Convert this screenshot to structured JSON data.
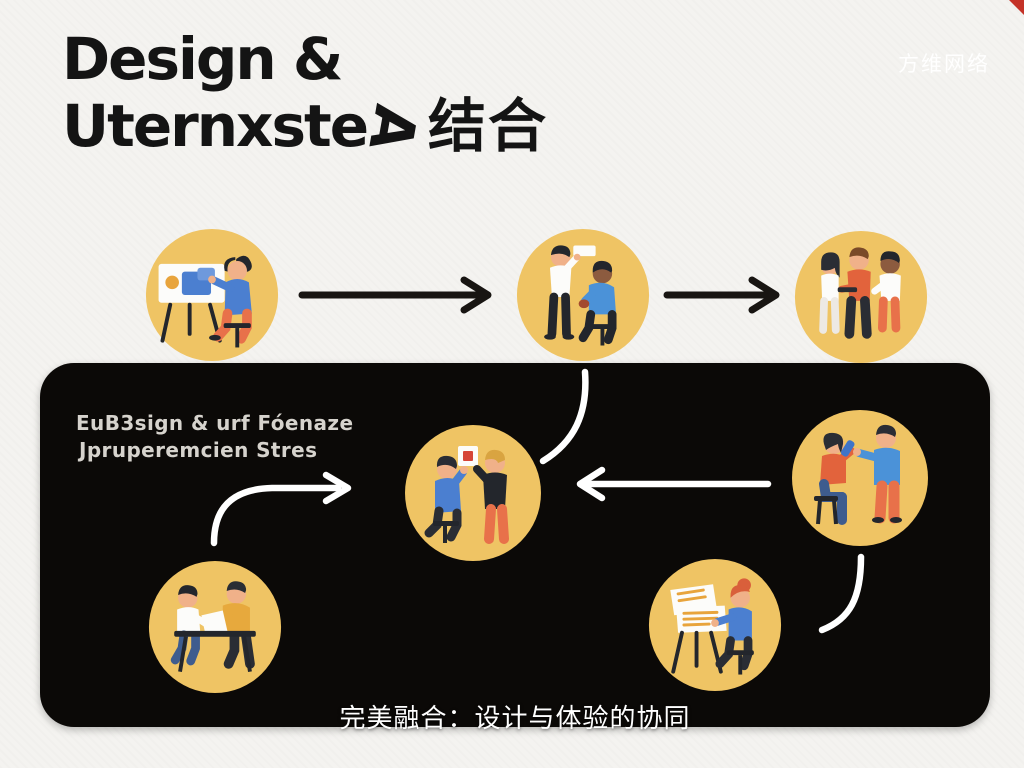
{
  "watermark": "方维网络",
  "title": {
    "line1": "Design &",
    "line2_pre": "Uternxste",
    "line2_glyph": "A",
    "line2_post": "结合"
  },
  "panel": {
    "label_line1": "EuB3sign & urf Fóenaze",
    "label_line2": "Jpruperemcien Stres",
    "caption": "完美融合：设计与体验的协同"
  },
  "nodes": {
    "top": [
      {
        "name": "designer-at-easel"
      },
      {
        "name": "user-interview"
      },
      {
        "name": "team-discussion"
      }
    ],
    "panel": [
      {
        "name": "feedback-session"
      },
      {
        "name": "handoff-review"
      },
      {
        "name": "pair-collaboration"
      },
      {
        "name": "documentation-review"
      }
    ]
  },
  "colors": {
    "background": "#F4F3F0",
    "panel": "#0B0907",
    "circle": "#EFC464",
    "title": "#141414",
    "label": "#D6D3CD",
    "caption": "#FFFFFF",
    "arrow_dark": "#181512",
    "arrow_light": "#FFFFFF",
    "accent_red": "#D64537",
    "figure_blue": "#4B7FD0",
    "figure_orange": "#E2633C",
    "figure_gold": "#E7A93D"
  }
}
